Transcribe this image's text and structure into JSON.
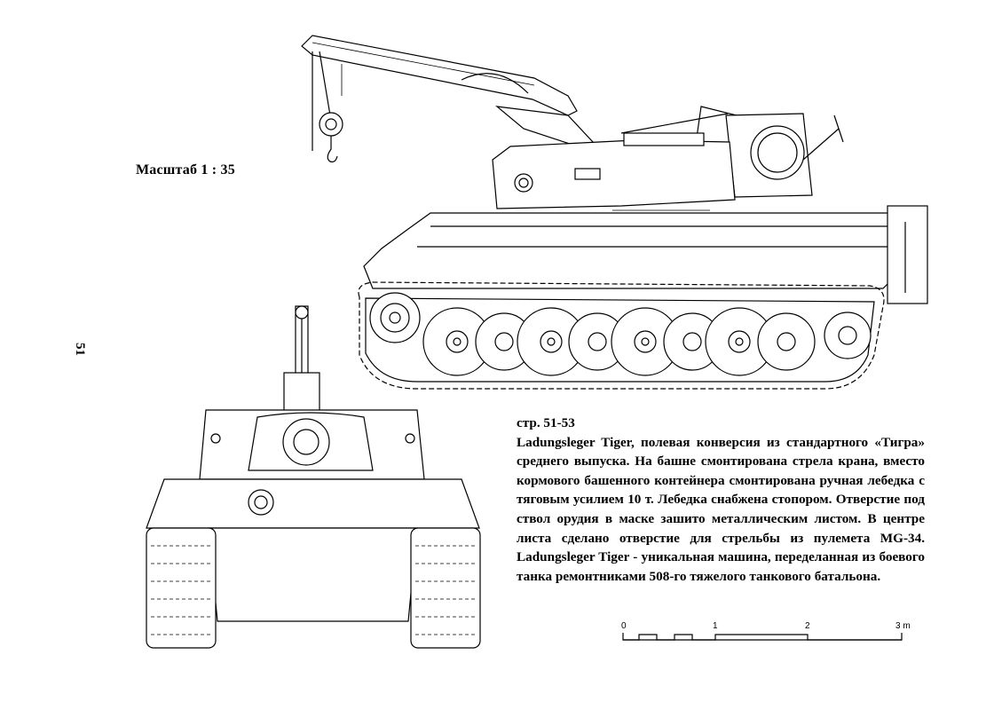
{
  "page": {
    "number": "51",
    "scale_label": "Масштаб 1 : 35"
  },
  "caption": {
    "ref": "стр. 51-53",
    "text": "Ladungsleger Tiger, полевая конверсия из стандартного «Тигра» среднего выпуска. На башне смонтирована стрела крана, вместо кормового башенного контейнера смонтирована ручная лебедка с тяговым усилием 10 т. Лебедка снабжена стопором. Отверстие под ствол орудия в маске зашито металлическим листом. В центре листа сделано отверстие для стрельбы из пулемета MG-34. Ladungsleger Tiger - уникальная машина, переделанная из боевого танка ремонтниками 508-го тяжелого танкового батальона."
  },
  "scale_bar": {
    "ticks": [
      "0",
      "1",
      "2",
      "3 m"
    ]
  },
  "drawings": {
    "side_view": "Ladungsleger Tiger side view line drawing",
    "front_view": "Ladungsleger Tiger front view line drawing"
  }
}
